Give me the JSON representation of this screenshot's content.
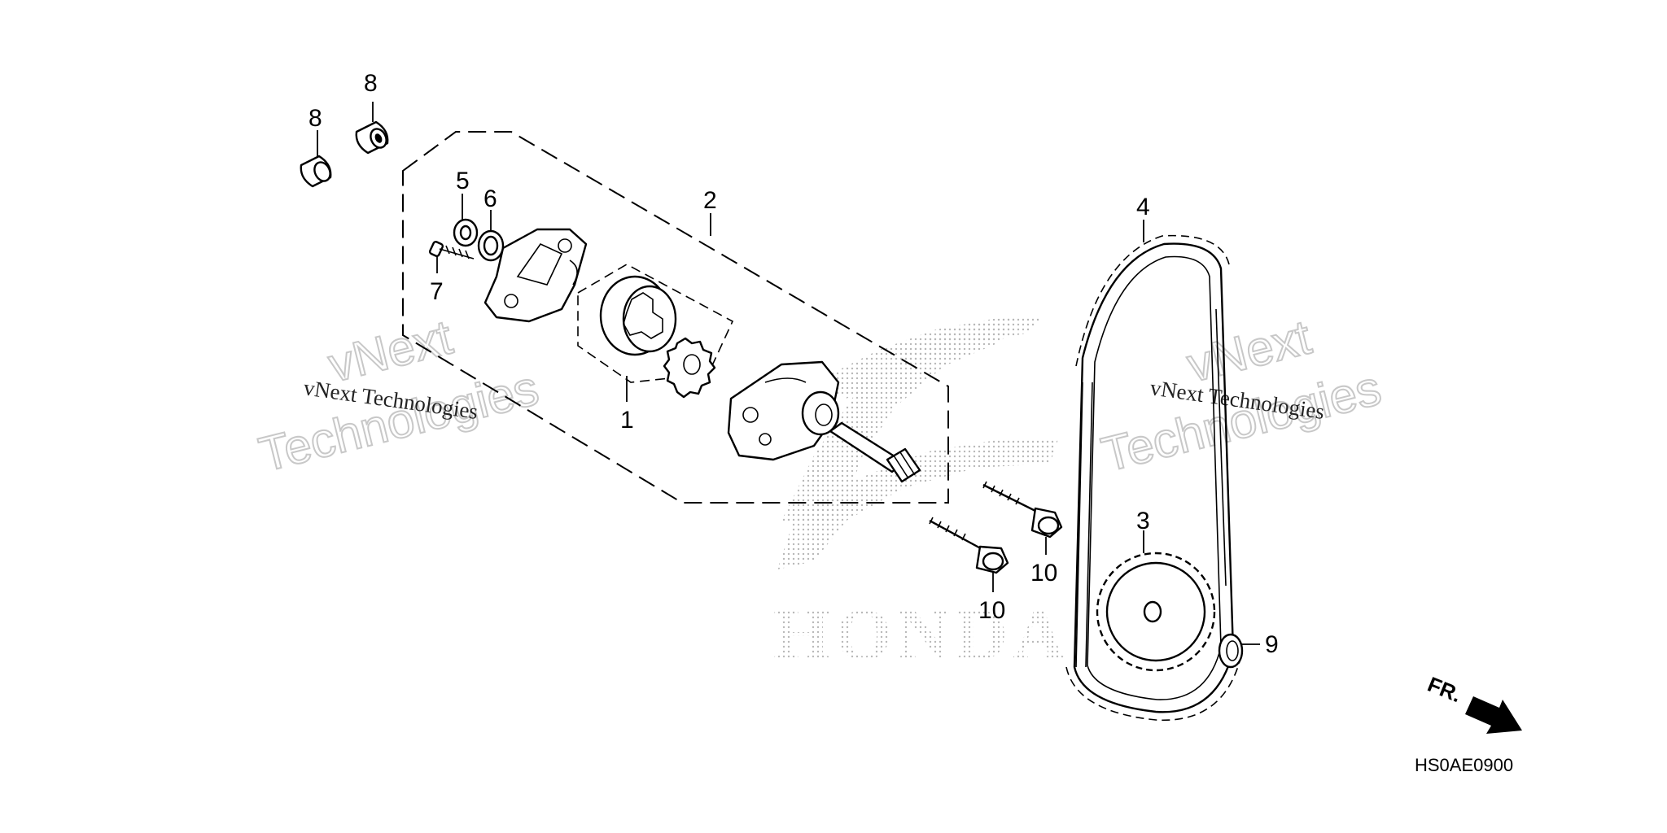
{
  "callouts": {
    "p1": "1",
    "p2": "2",
    "p3": "3",
    "p4": "4",
    "p5": "5",
    "p6": "6",
    "p7": "7",
    "p8a": "8",
    "p8b": "8",
    "p9": "9",
    "p10a": "10",
    "p10b": "10"
  },
  "drawing_code": "HS0AE0900",
  "front_indicator": "FR.",
  "watermark": {
    "left_line": "vNext Technologies",
    "left_outline_1": "vNext",
    "left_outline_2": "Technologies",
    "right_line": "vNext Technologies",
    "right_outline_1": "vNext",
    "right_outline_2": "Technologies"
  },
  "background_logo_text": "HONDA",
  "icons": {
    "front_arrow": "arrow-right-down-icon",
    "logo": "honda-wing-logo"
  }
}
